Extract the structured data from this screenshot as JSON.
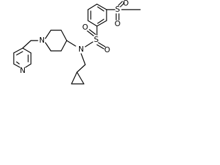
{
  "molecule": {
    "atoms": {
      "n_pyridine": "N",
      "n_piperidine": "N",
      "n_sulfonamide": "N",
      "s_sulfonyl": "S",
      "o_sulfonyl_1": "O",
      "o_sulfonyl_2": "O",
      "s_methylsulfonyl": "S",
      "o_methylsulfonyl_1": "O",
      "o_methylsulfonyl_2": "O"
    }
  }
}
